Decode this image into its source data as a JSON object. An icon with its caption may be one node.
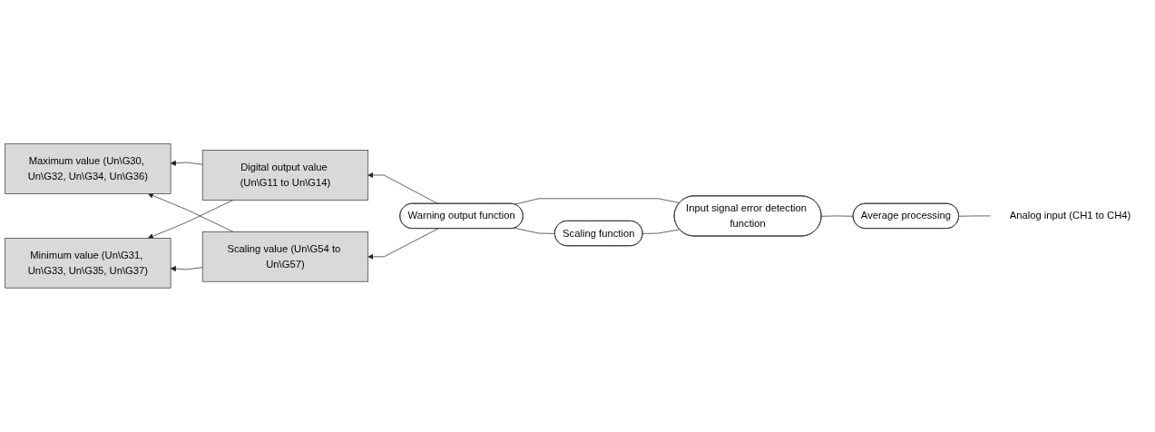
{
  "diagram": {
    "nodes": [
      {
        "text": [
          "Digital output value (Un\\G11 to Un\\G14)"
        ]
      },
      {
        "text": [
          "Maximum value (Un\\G30, Un\\G32, Un\\G34, Un\\G36)"
        ]
      },
      {
        "text": [
          "Minimum value (Un\\G31, Un\\G33, Un\\G35, Un\\G37)"
        ]
      },
      {
        "text": [
          "Scaling value (Un\\G54 to Un\\G57)"
        ]
      },
      {
        "text": [
          "Warning output function"
        ]
      },
      {
        "text": [
          "Scaling function"
        ]
      },
      {
        "text": [
          "Input signal error detection function"
        ]
      },
      {
        "text": [
          "Average processing"
        ]
      },
      {
        "text": [
          "Analog input (CH1 to CH4)"
        ]
      }
    ],
    "edges": [
      {
        "from": 8,
        "to": 7,
        "arrow": "none"
      },
      {
        "from": 7,
        "to": 6,
        "arrow": "none"
      },
      {
        "from": 6,
        "to": 4,
        "arrow": "none"
      },
      {
        "from": 6,
        "to": 5,
        "arrow": "none"
      },
      {
        "from": 5,
        "to": 4,
        "arrow": "none"
      },
      {
        "from": 4,
        "to": 0,
        "arrow": "to"
      },
      {
        "from": 4,
        "to": 3,
        "arrow": "to"
      },
      {
        "from": 0,
        "to": 1,
        "arrow": "to"
      },
      {
        "from": 0,
        "to": 2,
        "arrow": "to"
      },
      {
        "from": 3,
        "to": 1,
        "arrow": "to"
      },
      {
        "from": 3,
        "to": 2,
        "arrow": "to"
      }
    ]
  }
}
